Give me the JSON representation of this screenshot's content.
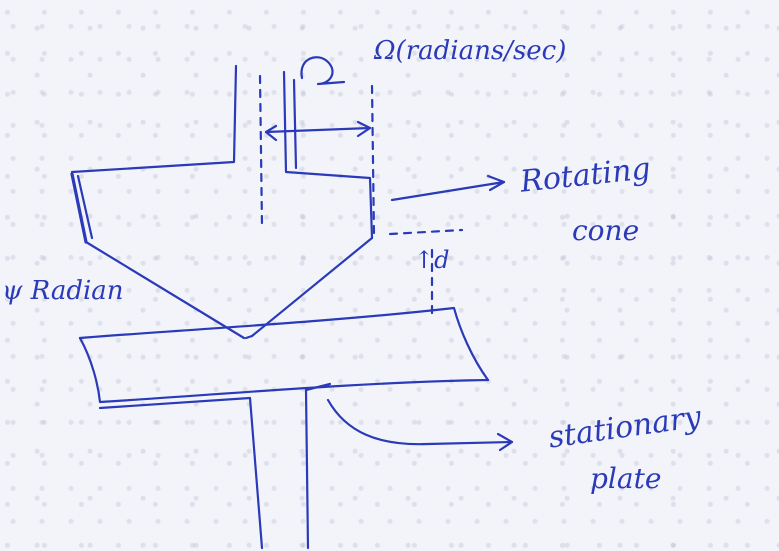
{
  "labels": {
    "rotating": "Rotating",
    "cone": "cone",
    "stationary": "stationary",
    "plate": "plate",
    "angle": "ψ Radian",
    "angular_velocity": "Ω(radians/sec)",
    "gap": "↑d"
  },
  "ink_color": "#2a3ab8"
}
